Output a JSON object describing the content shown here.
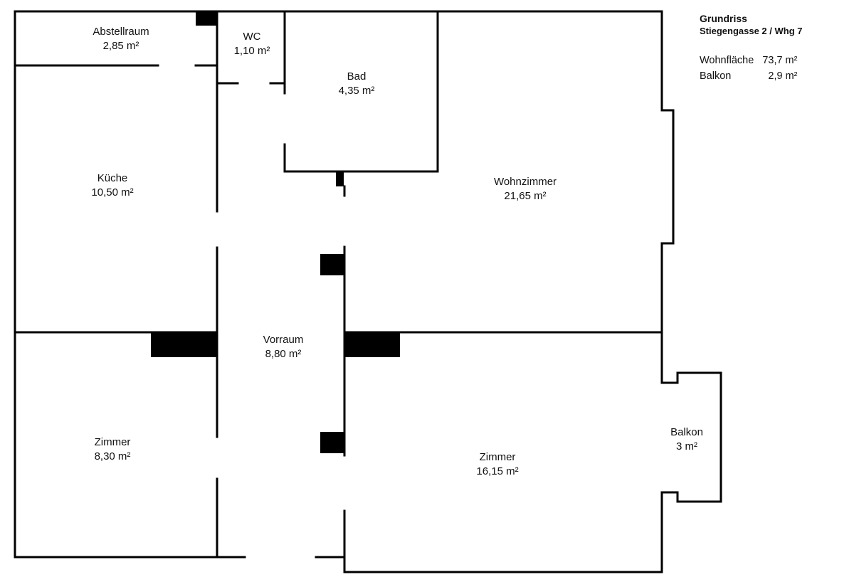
{
  "header": {
    "title": "Grundriss",
    "address": "Stiegengasse 2 / Whg 7"
  },
  "summary": {
    "living_area_label": "Wohnfläche",
    "living_area_value": "73,7 m²",
    "balcony_label": "Balkon",
    "balcony_value": "2,9 m²"
  },
  "rooms": {
    "abstellraum": {
      "name": "Abstellraum",
      "area": "2,85 m²"
    },
    "wc": {
      "name": "WC",
      "area": "1,10 m²"
    },
    "bad": {
      "name": "Bad",
      "area": "4,35 m²"
    },
    "kueche": {
      "name": "Küche",
      "area": "10,50 m²"
    },
    "wohnzimmer": {
      "name": "Wohnzimmer",
      "area": "21,65 m²"
    },
    "vorraum": {
      "name": "Vorraum",
      "area": "8,80 m²"
    },
    "zimmer_small": {
      "name": "Zimmer",
      "area": "8,30 m²"
    },
    "zimmer_large": {
      "name": "Zimmer",
      "area": "16,15 m²"
    },
    "balkon": {
      "name": "Balkon",
      "area": "3 m²"
    }
  }
}
